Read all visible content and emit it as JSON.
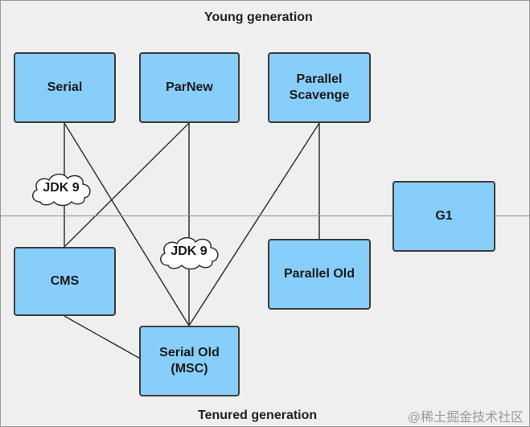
{
  "labels": {
    "young": "Young generation",
    "tenured": "Tenured generation"
  },
  "collectors": {
    "serial": "Serial",
    "parnew": "ParNew",
    "parallel_scavenge": "Parallel\nScavenge",
    "g1": "G1",
    "cms": "CMS",
    "parallel_old": "Parallel Old",
    "serial_old": "Serial Old\n(MSC)"
  },
  "badges": {
    "jdk9_left": "JDK 9",
    "jdk9_center": "JDK 9"
  },
  "watermark": "@稀土掘金技术社区",
  "colors": {
    "box_fill": "#87cefa",
    "box_border": "#3c3c3c",
    "background": "#efefef"
  }
}
